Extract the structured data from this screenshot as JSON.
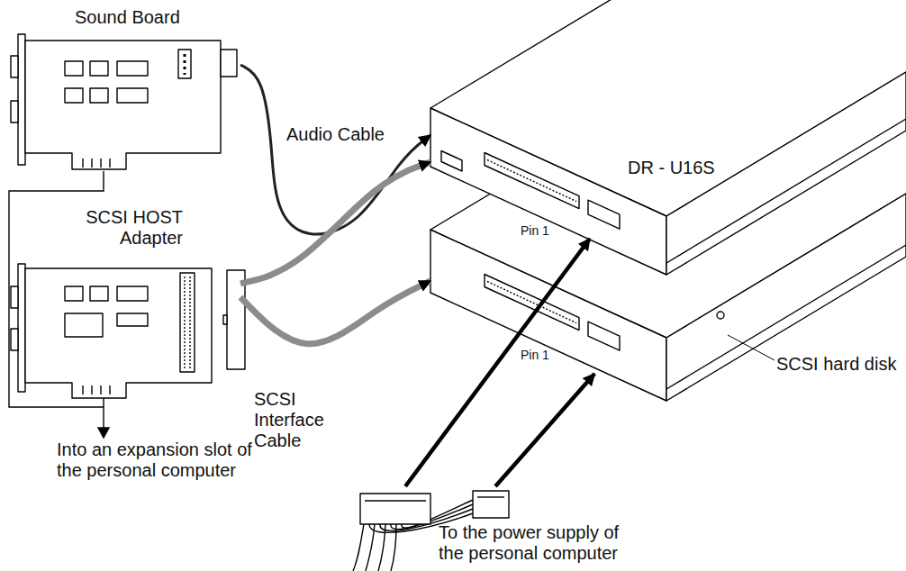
{
  "diagram": {
    "nodes": [
      {
        "text": [
          "Sound Board"
        ]
      },
      {
        "text": [
          "SCSI HOST Adapter"
        ]
      },
      {
        "text": [
          "DR - U16S"
        ]
      },
      {
        "text": [
          "SCSI hard disk"
        ]
      },
      {
        "text": [
          "To the power supply of the personal computer"
        ]
      }
    ],
    "edges": [
      {
        "from": 0,
        "to": 2,
        "arrow": "to",
        "label": "Audio Cable"
      },
      {
        "from": 1,
        "to": 2,
        "arrow": "to",
        "label": "SCSI Interface Cable"
      },
      {
        "from": 1,
        "to": 3,
        "arrow": "to"
      },
      {
        "from": 4,
        "to": 2,
        "arrow": "to"
      },
      {
        "from": 4,
        "to": 3,
        "arrow": "to"
      }
    ],
    "labels": [
      "Pin 1",
      "Pin 1",
      "Into an expansion slot of the personal computer"
    ]
  }
}
